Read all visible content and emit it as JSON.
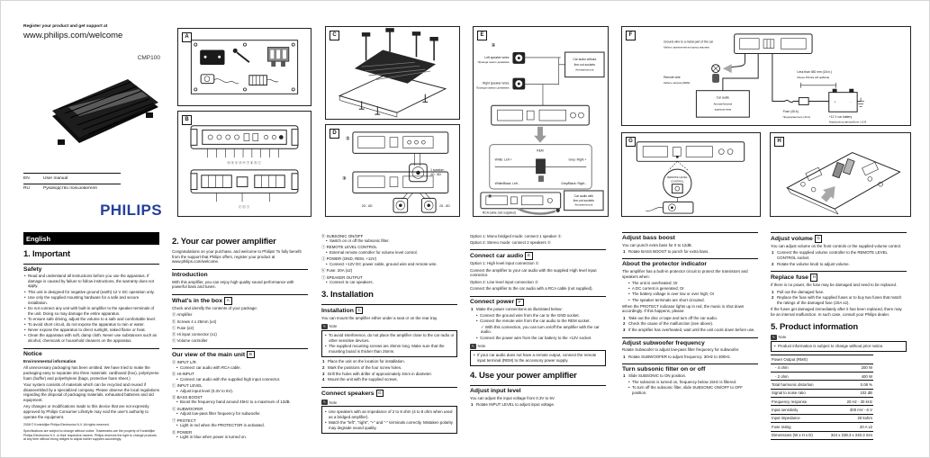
{
  "colors": {
    "philips_blue": "#24409c",
    "ink": "#141414"
  },
  "labels": {
    "note": "Note"
  },
  "cover": {
    "tagline": "Register your product and get support at",
    "url": "www.philips.com/welcome",
    "model": "CMP100",
    "languages": [
      {
        "code": "EN",
        "label": "User manual"
      },
      {
        "code": "RU",
        "label": "Руководство пользователя"
      }
    ],
    "brand": "PHILIPS"
  },
  "panels": {
    "a": {
      "letter": "A"
    },
    "b": {
      "letter": "B",
      "markers_front": "ⓐ ⓑ ⓒ ⓓ ⓔ ⓕ ⓖ ⓗ ⓘ",
      "markers_rear": "ⓙ  ⓚ  ⓛ"
    },
    "c": {
      "letter": "C"
    },
    "d": {
      "letter": "D",
      "opt1": "①",
      "opt2": "②",
      "label1a": "1 speaker:",
      "label1b": "4Ω - 8Ω",
      "label2": "2Ω - 8Ω",
      "label3": "2Ω - 8Ω"
    },
    "e": {
      "letter": "E",
      "opt1": "①",
      "opt2": "②",
      "left_label1": "Left speaker wires",
      "left_label2": "Провода левого динамика",
      "right_label1": "Right speaker wires",
      "right_label2": "Провода правого динамика",
      "box1_line1": "Car audio without",
      "box1_line2": "line-out sockets",
      "box1_line3": "Автомагнитола",
      "pin_rem": "REM",
      "pin_wl": "White: Left +",
      "pin_gr": "Grey: Right +",
      "pin_wbl": "White/Black: Left -",
      "pin_gbr": "Grey/Black: Right -",
      "box2_line1": "Car audio with",
      "box2_line2": "line-out sockets",
      "box2_line3": "Автомагнитола",
      "lineout": "LINE OUT",
      "rca": "RCA cable (not supplied)"
    },
    "f": {
      "letter": "F",
      "ground1": "Ground wire to a metal part of the car",
      "ground2": "Кабель заземления на корпус машины",
      "remote1": "Remote wire",
      "remote2": "Кабель запуска (REM)",
      "audio1": "Car audio",
      "audio2": "Автомобильная",
      "audio3": "аудиосистема",
      "dist1": "Less than 450 mm (18 in.)",
      "dist2": "Менее 450 мм (18 дюймов)",
      "fuse1": "Fuse (40 A)",
      "fuse2": "Предохранитель (40 А)",
      "batt1": "+12 V car battery",
      "batt2": "Аккумулятор автомобиля +12 В"
    },
    "g": {
      "letter": "G",
      "jack1": "REMOTE LEVEL",
      "jack2": "CONTROL"
    },
    "h": {
      "letter": "H"
    }
  },
  "col1": {
    "bar": "English",
    "h": "1. Important",
    "safety_title": "Safety",
    "safety": [
      "Read and understand all instructions before you use the apparatus. If damage is caused by failure to follow instructions, the warranty does not apply.",
      "This unit is designed for negative ground (earth) 12 V DC operation only.",
      "Use only the supplied mounting hardware for a safe and secure installation.",
      "Do not connect any unit with built-in amplifier to the speaker terminals of the unit. Doing so may damage the entire apparatus.",
      "To ensure safe driving, adjust the volume to a safe and comfortable level.",
      "To avoid short circuit, do not expose the apparatus to rain or water.",
      "Never expose the apparatus to direct sunlight, naked flame or heat.",
      "Clean the apparatus with soft, damp cloth. Never use substances such as alcohol, chemicals or household cleaners on the apparatus."
    ],
    "notice_title": "Notice",
    "env_title": "Environmental information",
    "env1": "All unnecessary packaging has been omitted. We have tried to make the packaging easy to separate into three materials: cardboard (box), polystyrene foam (buffer) and polyethylene (bags, protective foam sheet.)",
    "env2": "Your system consists of materials which can be recycled and reused if disassembled by a specialized company. Please observe the local regulations regarding the disposal of packaging materials, exhausted batteries and old equipment.",
    "fcc": "Any changes or modifications made to this device that are not expressly approved by Philips Consumer Lifestyle may void the user's authority to operate the equipment.",
    "copy1": "2008 © Koninklijke Philips Electronics N.V. All rights reserved.",
    "copy2": "Specifications are subject to change without notice. Trademarks are the property of Koninklijke Philips Electronics N.V. or their respective owners. Philips reserves the right to change products at any time without being obliged to adjust earlier supplies accordingly."
  },
  "col2": {
    "h": "2. Your car power amplifier",
    "intro": "Congratulations on your purchase, and welcome to Philips! To fully benefit from the support that Philips offers, register your product at www.philips.com/welcome.",
    "introduction_title": "Introduction",
    "introduction_text": "With this amplifier, you can enjoy high quality sound performance with powerful bass and tunes.",
    "box_title": "What's in the box",
    "box_lead": "Check and identify the contents of your package:",
    "box_items": [
      "ⓐ Amplifier",
      "ⓑ Screws 4 x 25mm (x4)",
      "ⓒ Fuse (x2)",
      "ⓓ Hi input connector (x1)",
      "ⓔ Volume controller"
    ],
    "unit_title": "Our view of the main unit",
    "unit_items": [
      {
        "l": "ⓐ INPUT L/R",
        "d": "Connect car audio with RCA cable."
      },
      {
        "l": "ⓑ HI-INPUT",
        "d": "Connect car audio with the supplied high input connector."
      },
      {
        "l": "ⓒ INPUT LEVEL",
        "d": "Adjust input level (0.3V to 6V)."
      },
      {
        "l": "ⓓ BASS BOOST",
        "d": "Boost the frequency band around 45Hz to a maximum of 12dB."
      },
      {
        "l": "ⓔ SUBWOOFER",
        "d": "Adjust low-pass filter frequency for subwoofer."
      },
      {
        "l": "ⓕ PROTECT",
        "d": "Light in red when the PROTECTOR is activated."
      },
      {
        "l": "ⓖ POWER",
        "d": "Light in blue when power is turned on."
      }
    ]
  },
  "col3": {
    "unit_items": [
      {
        "l": "ⓗ SUBSONIC ON/OFF",
        "d": "Switch on or off the subsonic filter."
      },
      {
        "l": "ⓘ REMOTE LEVEL CONTROL",
        "d": "External remote controller for volume level control."
      },
      {
        "l": "ⓙ POWER (GND, REM, +12V)",
        "d": "Connect +12V DC power cable, ground wire and remote wire."
      },
      {
        "l": "ⓚ Fuse: 20A (x2)"
      },
      {
        "l": "ⓛ SPEAKER OUTPUT",
        "d": "Connect to car speakers."
      }
    ],
    "h": "3. Installation",
    "install_title": "Installation",
    "install_text": "You can mount the amplifier either under a seat or on the rear tray.",
    "install_note": [
      "To avoid interference, do not place the amplifier close to the car radio or other sensitive devices.",
      "The supplied mounting screws are 25mm long. Make sure that the mounting board is thicker than 25mm."
    ],
    "install_steps": [
      "Place the unit on the location for installation.",
      "Mark the positions of the four screw holes.",
      "Drill the holes with driller of approximately 4mm in diameter.",
      "Mount the unit with the supplied screws."
    ],
    "speakers_title": "Connect speakers",
    "speakers_note": [
      "Use speakers with an impedance of 2 to 8 ohm (4 to 8 ohm when used as a bridged amplifier).",
      "Match the \"left\", \"right\", \"+\" and \"-\" terminals correctly. Mistaken polarity may degrade sound quality."
    ]
  },
  "col4": {
    "opt_speaker1": "Option 1: Mono bridged mode: connect 1 speaker ①",
    "opt_speaker2": "Option 2: Stereo mode: connect 2 speakers ②",
    "audio_title": "Connect car audio",
    "audio_opt1": "Option 1: High level input connection ①",
    "audio_opt1_text": "Connect the amplifier to your car audio with the supplied High level input connector.",
    "audio_opt2": "Option 2: Line level input connection ②",
    "audio_opt2_text": "Connect the amplifier to the car audio with a RCA cable (not supplied).",
    "power_title": "Connect power",
    "power_step": "Make the power connections as illustrated below:",
    "power_b1": "Connect the ground wire from the car to the GND socket.",
    "power_b2": "Connect the remote wire from the car audio to the REM socket.",
    "power_check": "✓ With this connection, you can turn on/off the amplifier with the car audio.",
    "power_b3": "Connect the power wire from the car battery to the +12V socket.",
    "power_note": "If your car audio does not have a remote output, connect the remote input terminal (REM) to the accessory power supply.",
    "h": "4. Use your power amplifier",
    "input_title": "Adjust input level",
    "input_text": "You can adjust the input voltage from 0.3V to 6V.",
    "input_steps": [
      "Rotate INPUT LEVEL to adjust input voltage."
    ]
  },
  "col5": {
    "bass_title": "Adjust bass boost",
    "bass_text": "You can punch extra bass for 0 to 12dB.",
    "bass_steps": [
      "Rotate BASS BOOST to punch for extra bass."
    ],
    "prot_title": "About the protector indicator",
    "prot_text": "The amplifier has a built-in protector circuit to protect the transistors and speakers when:",
    "prot_bullets": [
      "The unit is overheated; Or",
      "A DC current is generated; Or",
      "The battery voltage is over low or over high; Or",
      "The speaker terminals are short circuited."
    ],
    "prot_text2": "When the PROTECT indicator lights up in red, the music is shut down accordingly. If this happens, please:",
    "prot_steps": [
      "Take out the disc or tape and turn off the car audio.",
      "Check the cause of the malfunction (see above).",
      "If the amplifier has overheated, wait until the unit cools down before use."
    ],
    "sub_title": "Adjust subwoofer frequency",
    "sub_text": "Rotate Subwoofer to adjust low-pass filter frequency for subwoofer.",
    "sub_steps": [
      "Rotate SUBWOOFER to adjust frequency: 30Hz to 300Hz."
    ],
    "subsonic_title": "Turn subsonic filter on or off",
    "subsonic_steps": [
      "Slide SUBSONIC to ON position."
    ],
    "subsonic_bullets": [
      "The subsonic is turned on, frequency below 15Hz is filtered.",
      "To turn off the subsonic filter, slide SUBSONIC ON/OFF to OFF position."
    ]
  },
  "col6": {
    "vol_title": "Adjust volume",
    "vol_text": "You can adjust volume on the front controls or the supplied volume control.",
    "vol_steps": [
      "Connect the supplied volume controller to the REMOTE LEVEL CONTROL socket.",
      "Rotate the volume knob to adjust volume."
    ],
    "fuse_title": "Replace fuse",
    "fuse_text": "If there is no power, the fuse may be damaged and need to be replaced.",
    "fuse_steps": [
      "Pull out the damaged fuse.",
      "Replace the fuse with the supplied fuses or to buy two fuses that match the ratings of the damaged fuse (20A x2)."
    ],
    "fuse_text2": "If the fuses get damaged immediately after it has been replaced, there may be an internal malfunction. In such case, consult your Philips dealer.",
    "h": "5. Product information",
    "info_note": "Product information is subject to change without prior notice.",
    "spec": [
      {
        "l": "Power Output (RMS)",
        "v": ""
      },
      {
        "l": "- 4 ohm",
        "v": "200 W"
      },
      {
        "l": "- 2 ohm",
        "v": "400 W"
      },
      {
        "l": "Total harmonic distortion",
        "v": "0.08 %"
      },
      {
        "l": "Signal to noise ratio",
        "v": "102 dB"
      },
      {
        "l": "Frequency response",
        "v": "20 Hz - 30 kHz"
      },
      {
        "l": "Input sensitivity",
        "v": "300 mV - 6 V"
      },
      {
        "l": "Input impedance",
        "v": "20 kohm"
      },
      {
        "l": "Fuse rating",
        "v": "20 A x2"
      },
      {
        "l": "Dimensions (W x H x D)",
        "v": "344 x 238.3 x 240.3 mm"
      }
    ]
  }
}
